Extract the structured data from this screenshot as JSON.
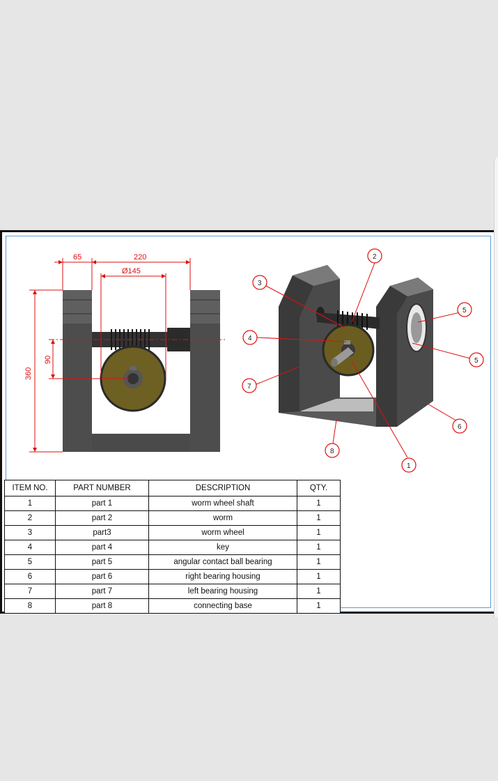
{
  "dimensions": {
    "width_top_left": "65",
    "width_top": "220",
    "diameter": "Ø145",
    "height_total": "360",
    "height_shaft": "90"
  },
  "balloons": [
    "1",
    "2",
    "3",
    "4",
    "5",
    "5",
    "6",
    "7",
    "8"
  ],
  "bom": {
    "headers": [
      "ITEM NO.",
      "PART NUMBER",
      "DESCRIPTION",
      "QTY."
    ],
    "rows": [
      [
        "1",
        "part 1",
        "worm wheel shaft",
        "1"
      ],
      [
        "2",
        "part 2",
        "worm",
        "1"
      ],
      [
        "3",
        "part3",
        "worm wheel",
        "1"
      ],
      [
        "4",
        "part 4",
        "key",
        "1"
      ],
      [
        "5",
        "part 5",
        "angular contact ball bearing",
        "1"
      ],
      [
        "6",
        "part 6",
        "right bearing housing",
        "1"
      ],
      [
        "7",
        "part 7",
        "left bearing housing",
        "1"
      ],
      [
        "8",
        "part 8",
        "connecting base",
        "1"
      ]
    ]
  },
  "colors": {
    "dimension": "#d11111",
    "frame_blue": "#5b9bd5",
    "part_dark": "#4a4a4a",
    "gear_olive": "#6e5f22"
  }
}
